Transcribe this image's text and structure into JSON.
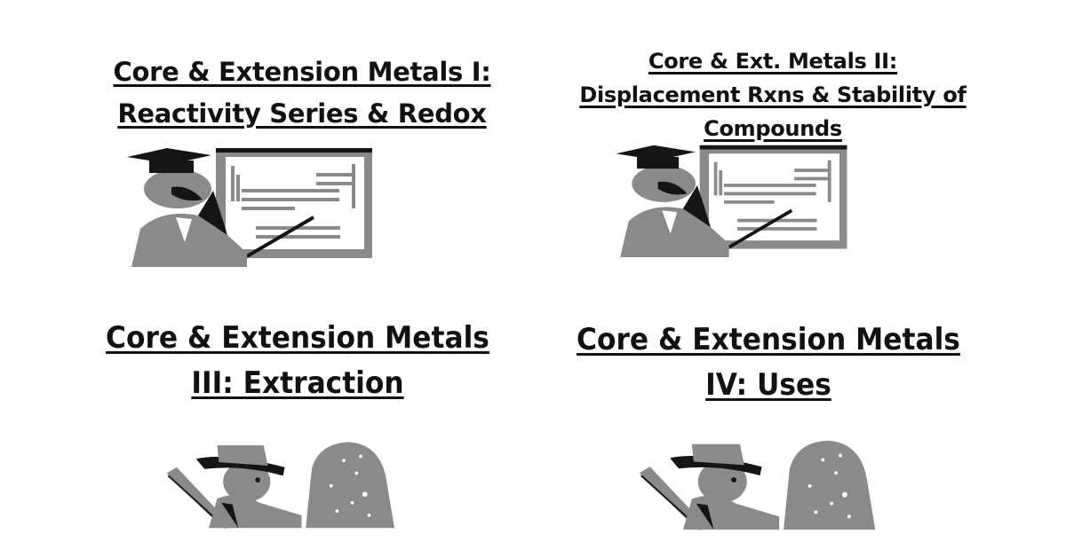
{
  "slides": [
    {
      "id": 1,
      "title_lines": [
        "Core & Extension Metals I:",
        "Reactivity Series & Redox"
      ],
      "clipart": "professor-at-periodic-table-icon"
    },
    {
      "id": 2,
      "title_lines": [
        "Core & Ext. Metals II:",
        "Displacement Rxns & Stability of",
        "Compounds"
      ],
      "clipart": "professor-at-periodic-table-icon"
    },
    {
      "id": 3,
      "title_lines": [
        "Core & Extension Metals",
        "III: Extraction"
      ],
      "clipart": "miner-with-ore-rock-icon"
    },
    {
      "id": 4,
      "title_lines": [
        "Core & Extension Metals",
        "IV: Uses"
      ],
      "clipart": "miner-with-ore-rock-icon"
    }
  ],
  "colors": {
    "text": "#111111",
    "clipart_gray": "#8a8a8a",
    "clipart_dark": "#151515",
    "background": "#ffffff"
  }
}
